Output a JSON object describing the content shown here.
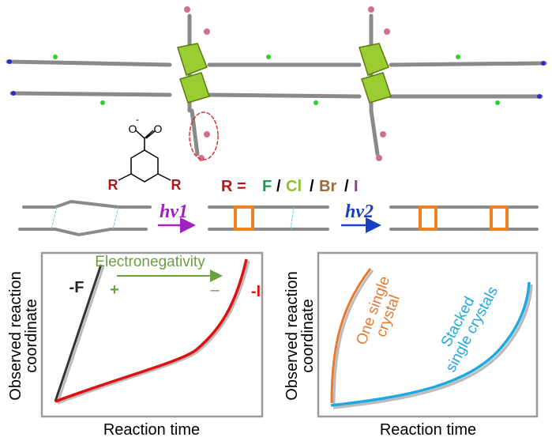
{
  "structure": {
    "substituent_label": "R",
    "oxygen_label": "O",
    "r_equals": "R =",
    "halogens": [
      {
        "label": "F",
        "color": "#1a9a4a"
      },
      {
        "label": "Cl",
        "color": "#8cbf2a"
      },
      {
        "label": "Br",
        "color": "#9a6a3a"
      },
      {
        "label": "I",
        "color": "#8a3aa0"
      }
    ],
    "separator": "/"
  },
  "reaction": {
    "step1": {
      "label": "hv1",
      "color": "#a020c0"
    },
    "step2": {
      "label": "hv2",
      "color": "#1a3fc0"
    }
  },
  "left_plot": {
    "ylabel_line1": "Observed reaction",
    "ylabel_line2": "coordinate",
    "xlabel": "Reaction time",
    "trend_label": "Electronegativity",
    "plus": "+",
    "minus": "–",
    "series": [
      {
        "label": "-F",
        "color": "#333333"
      },
      {
        "label": "-I",
        "color": "#e01010"
      }
    ]
  },
  "right_plot": {
    "ylabel_line1": "Observed reaction",
    "ylabel_line2": "coordinate",
    "xlabel": "Reaction time",
    "series": [
      {
        "label_line1": "One single",
        "label_line2": "crystal",
        "color": "#e8782a"
      },
      {
        "label_line1": "Stacked",
        "label_line2": "single crystals",
        "color": "#20a8e0"
      }
    ]
  },
  "colors": {
    "trend": "#6aa040",
    "frame": "#9a9a9a"
  }
}
